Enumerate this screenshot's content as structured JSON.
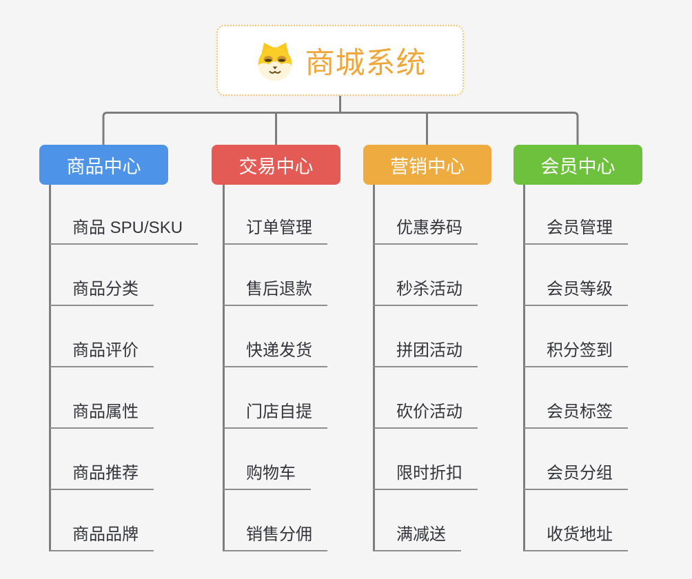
{
  "canvas": {
    "background": "#f5f5f6",
    "connector_color": "#7d7d7d",
    "underline_color": "#8d8d8d"
  },
  "root": {
    "label": "商城系统",
    "icon": "shiba-dog-icon",
    "text_color": "#f0a73a",
    "border_color": "#f6c26b"
  },
  "branches": [
    {
      "label": "商品中心",
      "color": "#4d93e8",
      "items": [
        "商品 SPU/SKU",
        "商品分类",
        "商品评价",
        "商品属性",
        "商品推荐",
        "商品品牌"
      ]
    },
    {
      "label": "交易中心",
      "color": "#e45a55",
      "items": [
        "订单管理",
        "售后退款",
        "快递发货",
        "门店自提",
        "购物车",
        "销售分佣"
      ]
    },
    {
      "label": "营销中心",
      "color": "#eeab40",
      "items": [
        "优惠券码",
        "秒杀活动",
        "拼团活动",
        "砍价活动",
        "限时折扣",
        "满减送"
      ]
    },
    {
      "label": "会员中心",
      "color": "#6ec13d",
      "items": [
        "会员管理",
        "会员等级",
        "积分签到",
        "会员标签",
        "会员分组",
        "收货地址"
      ]
    }
  ]
}
